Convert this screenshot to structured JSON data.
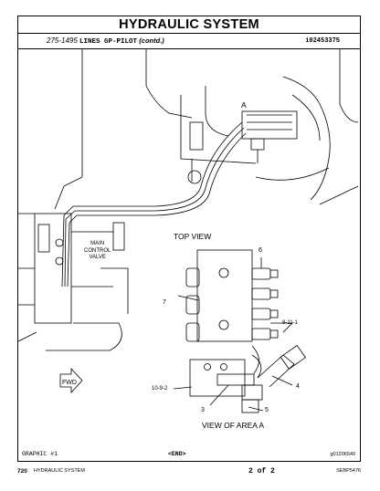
{
  "header": {
    "title": "HYDRAULIC SYSTEM",
    "schematic_number": "275-1495",
    "schematic_desc": "LINES GP-PILOT",
    "schematic_suffix": "(contd.)",
    "ref_number": "i02453375"
  },
  "drawing": {
    "label_area": "A",
    "label_main_control_valve": [
      "MAIN",
      "CONTROL",
      "VALVE"
    ],
    "label_top_view": "TOP VIEW",
    "label_view_area": "VIEW OF AREA A",
    "label_fwd": "FWD",
    "callouts": [
      "6",
      "7",
      "8-11-1",
      "10-9-2",
      "3",
      "4",
      "5"
    ]
  },
  "footer": {
    "graphic_label": "GRAPHIC #1",
    "end_marker": "<END>",
    "graphic_id": "g01206540"
  },
  "page_footer": {
    "page_number": "720",
    "section": "HYDRAULIC SYSTEM",
    "page_of": "2 of 2",
    "doc_number": "SEBP5476"
  }
}
